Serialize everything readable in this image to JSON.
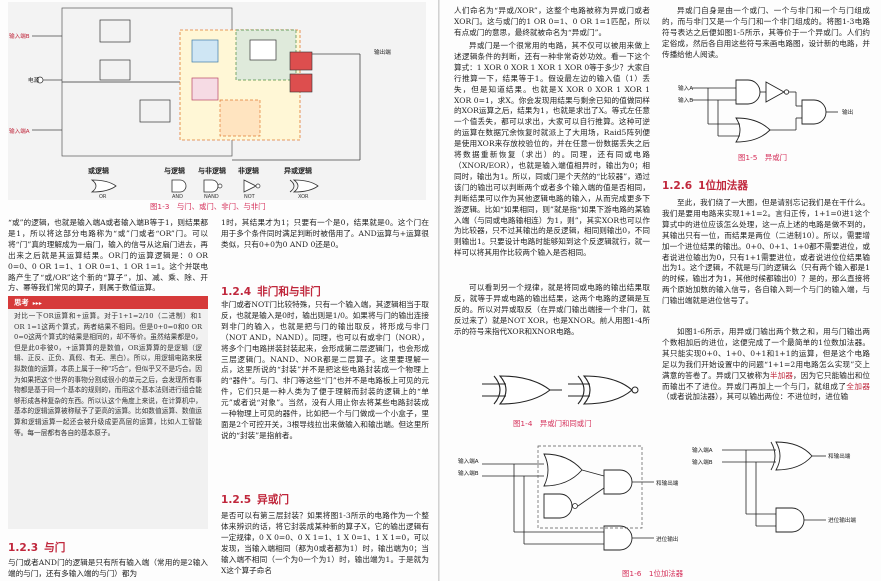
{
  "left_page": {
    "fig13": {
      "caption": "图1-3　与门、或门、非门、与非门",
      "input_b": "输入端B",
      "input_a": "输入端A",
      "power": "电源",
      "output": "输出端",
      "gate_labels": [
        "或逻辑",
        "与逻辑",
        "与非逻辑",
        "非逻辑",
        "异或逻辑"
      ],
      "gate_names": [
        "OR",
        "AND",
        "NAND",
        "NOT",
        "XOR"
      ]
    },
    "para1_col1": "“或”的逻辑，也就是输入端A或者输入端B等于1，则结果都是1，所以将这部分电路称为“或”门或者“OR”门。可以将“门”真的理解成为一扇门，输入的信号从这扇门进去，再出来之后就是其运算结果。OR门的运算逻辑是：0 OR 0=0、0 OR 1=1、1 OR 0=1、1 OR 1=1。这个并联电路产生了“或/OR”这个新的“算子”，加、减、乘、除、开方、幂等我们常见的算子，则属于数值运算。",
    "para1_col2": "1时，其结果才为1；只要有一个是0，结果就是0。这个门在用于多个条件同时满足判断时被借用了。AND运算与+运算很类似，只有0+0为0 AND 0还是0。",
    "think": {
      "title": "思考",
      "arrows": "▸▸▸",
      "body": "对比一下OR运算和+运算。对于1+1=2/10（二进制）和1 OR 1=1这两个算式，两者结果不相同。但是0+0=0和0 OR 0=0这两个算式的结果是相同的，却不等价。虽然结果都是0，但是此0非彼0，+运算算的是数值，OR运算算的是逻辑（逻辑、正反、正负、真假、有无、黑白）。所以，用逻辑电路来模拟数值的运算，本质上属于一种“巧合”，但似乎又不是巧合。因为如果把这个世界的事物分割成很小的单元之后，会发现所有事物都是基于同一个基本的规则的，而用这个基本法则进行组合能够形成各种复杂的东西。所以认这个角度上来说，在计算机中，基本的逻辑运算被称赋予了更高的运算。比如数值运算、数值运算和逻辑运算一起还会被升级成更高层的运算，比如人工智能等。每一层都有各自的基本原子。"
    },
    "sec124": {
      "num": "1.2.4",
      "title": "非门和与非门"
    },
    "para_not": "非门或者NOT门比较特殊，只有一个输入端，其逻辑相当于取反，也就是输入是0时，输出则是1/0。如果将与门的输出连接到非门的输入，也就是把与门的输出取反，将形成与非门（NOT AND，NAND）。同理，也可以有或非门（NOR），将多个门电路拼装封装起来，会形成第二层逻辑门，也会形成三层逻辑门。NAND、NOR都是二层算子。这里要理解一点，这里所说的“封装”并不是把这些电路封装成一个物理上的“器件”。与门、非门等这些“门”也并不是电路板上可见的元件，它们只是一种人类为了便于理解而封装的逻辑上的“单元”或者说“对象”。当然，没有人用止你去将某些电路封装成一种物理上可见的器件，比如把一个与门做成一个小盒子，里面是2个可控开关，3根导线拉出来做输入和输出端。但这里所说的“封装”是指前者。",
    "sec125": {
      "num": "1.2.5",
      "title": "异或门"
    },
    "para_xor": "是否可以有第三层封装？如果将图1-3所示的电路作为一个整体来辨识的话，将它封装成某种新的算子X，它的输出逻辑有一定规律，0 X 0=0、0 X 1=1、1 X 0=1、1 X 1=0，可以发现，当输入端相同（都为0或者都为1）时，输出端为0；当输入端不相同（一个为0一个为1）时，输出端为1。于是就为X这个算子命名",
    "sec123": {
      "num": "1.2.3",
      "title": "与门"
    },
    "para_and": "与门或者AND门的逻辑是只有所有输入端（常用的是2输入端的与门，还有多输入端的与门）都为"
  },
  "right_page": {
    "col1_p1": "人们命名为“异或/XOR”，这整个电路被称为异或门或者XOR门。这与或门的1 OR 0=1、0 OR 1=1匹配，所以有点或门的意思，最终就被命名为“异或门”。",
    "col1_p2": "异或门是一个很常用的电路，其不仅可以被用来做上述逻辑条件的判断，还有一种非常奇妙功效。看一下这个算式：1 XOR 0 XOR 1 XOR 1 XOR 0等于多少？大家自行推算一下，结果等于1。假设最左边的输入值（1）丢失，但是知道结果。也就是X XOR 0 XOR 1 XOR 1 XOR 0=1，求X。你会发现用结果与剩余已知的值做同样的XOR运算之后，结果为1，也就是求出了X。等式左任意一个值丢失，都可以求出，大家可以自行推算。这种可逆的运算在数据冗余恢复时就派上了大用场，Raid5阵列便是使用XOR来存放校验位的，并在任意一份数据丢失之后将数据重新恢复（求出）的。同理，还有同或电路（XNOR/EOR），也就是输入端值相异时，输出为0；相同时，输出为1。所以，同或门是个天然的“比较器”，通过该门的输出可以判断两个或者多个输入端的值是否相同，判断结果可以作为其他逻辑电路的输入，从而完成更多下游逻辑。比如“如果相同，则”就是指“如果下游电路的某输入端（与同或电路输相连）为1，则”，其实XOR也可以作为比较器，只不过其输出的是反逻辑，相同则输出0，不同则输出1。只要设计电路时能够知到这个反逻辑就行，就一样可以将其用作比较两个输入是否相同。",
    "col1_p3": "可以看到另一个规律，就是将同或电路的输出结果取反，就等于异或电路的输出结果，这两个电路的逻辑是互反的。所以对异或取反（在异或门输出端接一个非门，就反过来了）就是NOT XOR，也是XNOR。前人用图1-4所示的符号来指代XOR和XNOR电路。",
    "fig14_caption": "图1-4　异或门和同或门",
    "col2_p1": "异或门自身是由一个或门、一个与非门和一个与门组成的，而与非门又是一个与门和一个非门组成的。将图1-3电路符号表达之后便如图1-5所示，其等价于一个异或门。人们约定俗成，然后各自用这些符号来画电路图，设计新的电路，并传播给他人阅读。",
    "fig15_caption": "图1-5　异或门",
    "sec126": {
      "num": "1.2.6",
      "title": "1位加法器"
    },
    "col2_p2a": "至此，我们绕了一大圈，但是请别忘记我们是在干什么。我们是要用电路来实现1+1=2。言归正传，1+1=0进1这个算式中的进位应该怎么处理，这一点上述的电路是做不到的，其输出只有一位，而结果是两位（二进制10）。所以，需要增加一个进位结果的输出。0+0、0+1、1+0都不需要进位，或者说进位输出为0，只有1+1需要进位，或者说进位位结果输出为1。这个逻辑，不就是与门的逻辑么（只有两个输入都是1的时候，输出才为1，其他时候都输出0）？是的，那么直接将两个原始加数的输入信号，各自输入到一个与门的输入端，与门输出端就是进位信号了。",
    "col2_p2b": "如图1-6所示，用异或门输出两个数之和，用与门输出两个数相加后的进位，这便完成了一个最简单的1位数加法器。其只能实现0+0、1+0、0+1和1+1的运算，但是这个电路足以为我们开始设置中的问题“1+1=2用电路怎么实现”交上满意的答卷了。异或门又被称为",
    "half_adder_word": "半加器",
    "col2_p2c": "，因为它只能输出和位而输出不了进位。异或门再加上一个与门，就组成了",
    "full_adder_word": "全加器",
    "col2_p2d": "（或者说加法器），其可以输出两位：不进位时，进位输",
    "fig16_caption": "图1-6　1位加法器",
    "fig16": {
      "in_a": "输入端A",
      "in_b": "输入端B",
      "and_out": "和输出端",
      "carry_out": "进位输出",
      "in_a2": "输入端A",
      "in_b2": "输入端B",
      "and_out2": "和输出端",
      "carry_out2": "进位输出端"
    },
    "fig15": {
      "in_a": "输入A",
      "in_b": "输入B",
      "out": "输出"
    }
  },
  "colors": {
    "accent": "#c0273c",
    "caption": "#d5305a",
    "think_bar": "#d63a3a",
    "fig_bg": "#f2f2f2"
  }
}
